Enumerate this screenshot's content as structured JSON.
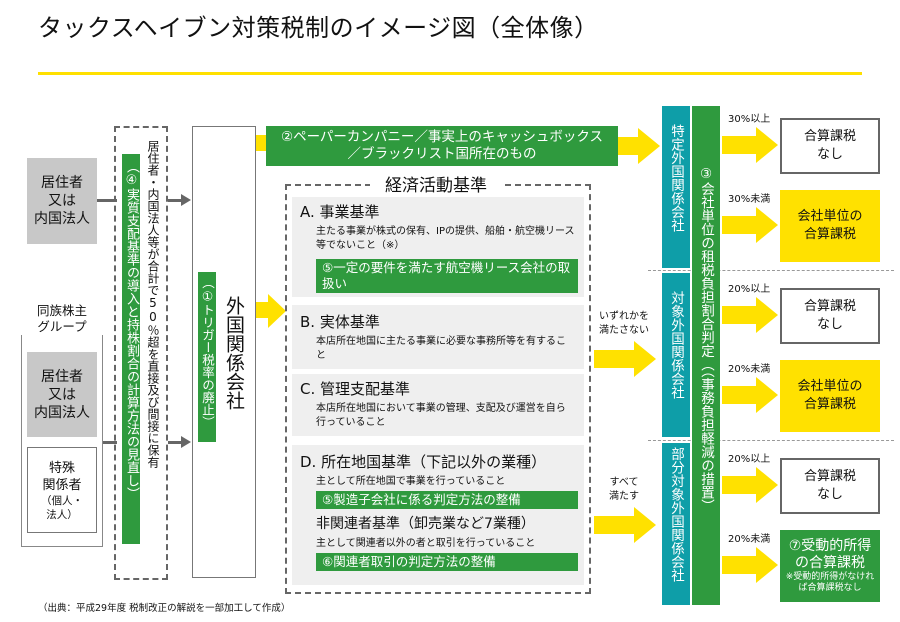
{
  "title": "タックスヘイブン対策税制のイメージ図（全体像）",
  "left": {
    "resident_box": "居住者\n又は\n内国法人",
    "group_label": "同族株主\nグループ",
    "group_resident_box": "居住者\n又は\n内国法人",
    "special_person_title": "特殊\n関係者",
    "special_person_sub": "（個人・\n法人）"
  },
  "control_criteria": {
    "green_label": "（④実質支配基準の導入と持株割合の計算方法の見直し）",
    "text": "居住者・内国法人等が合計で50％超を直接及び間接に保有"
  },
  "foreign_company": {
    "label": "外国関係会社",
    "green_label": "（①トリガー税率の廃止）"
  },
  "paper_company": {
    "line1": "②ペーパーカンパニー／事実上のキャッシュボックス",
    "line2": "／ブラックリスト国所在のもの"
  },
  "economic_activity": {
    "title": "経済活動基準",
    "criteria": [
      {
        "heading": "A. 事業基準",
        "desc": "主たる事業が株式の保有、IPの提供、船舶・航空機リース等でないこと（※）",
        "note": "⑤一定の要件を満たす航空機リース会社の取扱い"
      },
      {
        "heading": "B. 実体基準",
        "desc": "本店所在地国に主たる事業に必要な事務所等を有すること"
      },
      {
        "heading": "C. 管理支配基準",
        "desc": "本店所在地国において事業の管理、支配及び運営を自ら行っていること"
      },
      {
        "heading": "D. 所在地国基準（下記以外の業種）",
        "desc": "主として所在地国で事業を行っていること",
        "note": "⑤製造子会社に係る判定方法の整備",
        "heading2": "非関連者基準（卸売業など7業種）",
        "desc2": "主として関連者以外の者と取引を行っていること",
        "note2": "⑥関連者取引の判定方法の整備"
      }
    ]
  },
  "flow_labels": {
    "not_satisfy": "いずれかを\n満たさない",
    "satisfy_all": "すべて\n満たす"
  },
  "categories": [
    "特定外国関係会社",
    "対象外国関係会社",
    "部分対象外国関係会社"
  ],
  "tax_burden_bar": "③会社単位の租税負担割合判定（（事務負担軽減の措置）",
  "results": [
    {
      "threshold": "30%以上",
      "result": "合算課税\nなし",
      "style": "white"
    },
    {
      "threshold": "30%未満",
      "result": "会社単位の\n合算課税",
      "style": "yellow"
    },
    {
      "threshold": "20%以上",
      "result": "合算課税\nなし",
      "style": "white"
    },
    {
      "threshold": "20%未満",
      "result": "会社単位の\n合算課税",
      "style": "yellow"
    },
    {
      "threshold": "20%以上",
      "result": "合算課税\nなし",
      "style": "white"
    },
    {
      "threshold": "20%未満",
      "result": "⑦受動的所得\nの合算課税",
      "note": "※受動的所得がなければ合算課税なし",
      "style": "green"
    }
  ],
  "source": "（出典：平成29年度 税制改正の解説を一部加工して作成）",
  "colors": {
    "green": "#2f9a3e",
    "teal": "#0e9ea8",
    "yellow": "#ffe100",
    "gray": "#c8c8c8"
  }
}
